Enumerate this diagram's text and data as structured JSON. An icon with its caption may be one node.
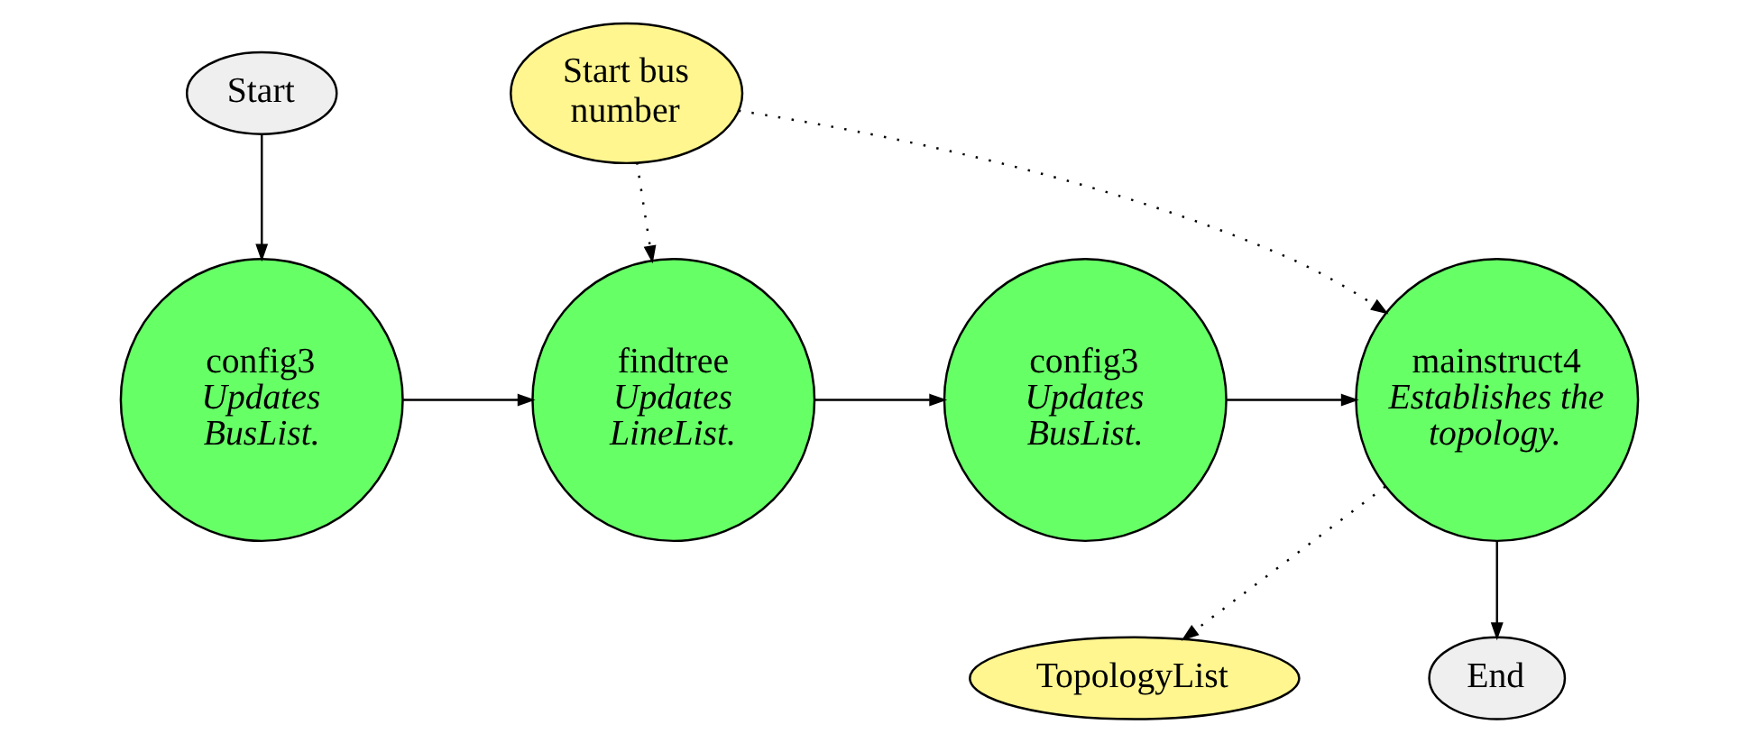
{
  "diagram": {
    "nodes": [
      {
        "text": [
          "Start"
        ]
      },
      {
        "text": [
          "config3",
          "Updates BusList."
        ]
      },
      {
        "text": [
          "findtree",
          "Updates LineList."
        ]
      },
      {
        "text": [
          "config3",
          "Updates BusList."
        ]
      },
      {
        "text": [
          "mainstruct4",
          "Establishes the topology."
        ]
      },
      {
        "text": [
          "Start bus number"
        ]
      },
      {
        "text": [
          "TopologyList"
        ]
      },
      {
        "text": [
          "End"
        ]
      }
    ],
    "edges": [
      {
        "from": 0,
        "to": 1,
        "arrow": "to"
      },
      {
        "from": 1,
        "to": 2,
        "arrow": "to"
      },
      {
        "from": 2,
        "to": 3,
        "arrow": "to"
      },
      {
        "from": 3,
        "to": 4,
        "arrow": "to"
      },
      {
        "from": 5,
        "to": 2,
        "arrow": "to",
        "style": "dashed"
      },
      {
        "from": 5,
        "to": 4,
        "arrow": "to",
        "style": "dashed"
      },
      {
        "from": 4,
        "to": 6,
        "arrow": "to",
        "style": "dashed"
      },
      {
        "from": 4,
        "to": 7,
        "arrow": "to"
      }
    ]
  }
}
